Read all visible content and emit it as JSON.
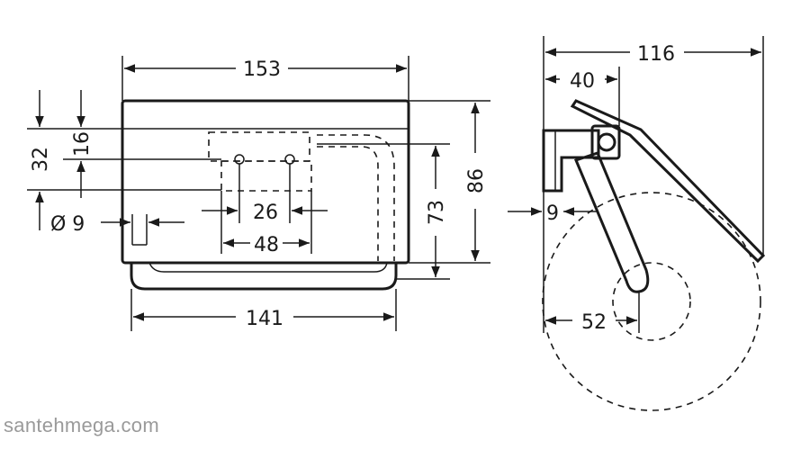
{
  "dimensions": {
    "front_width": "153",
    "front_height": "86",
    "offset_16": "16",
    "offset_32": "32",
    "holder_height": "73",
    "hole_spacing_26": "26",
    "hole_spacing_48": "48",
    "hole_diameter": "Ø 9",
    "bottom_width": "141",
    "side_width": "116",
    "side_depth": "40",
    "side_9": "9",
    "side_radius": "52"
  },
  "watermark": "santehmega.com",
  "colors": {
    "line": "#1a1a1a",
    "watermark": "#9a9a9a"
  }
}
